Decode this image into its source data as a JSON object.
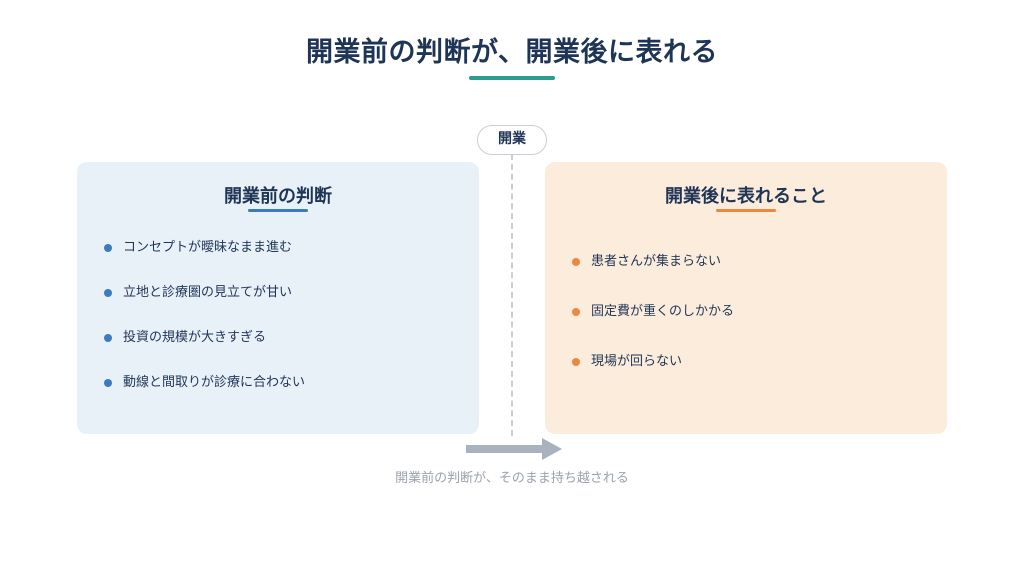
{
  "title": "開業前の判断が、開業後に表れる",
  "divider_label": "開業",
  "left_panel": {
    "title": "開業前の判断",
    "items": [
      "コンセプトが曖昧なまま進む",
      "立地と診療圏の見立てが甘い",
      "投資の規模が大きすぎる",
      "動線と間取りが診療に合わない"
    ]
  },
  "right_panel": {
    "title": "開業後に表れること",
    "items": [
      "患者さんが集まらない",
      "固定費が重くのしかかる",
      "現場が回らない"
    ]
  },
  "caption": "開業前の判断が、そのまま持ち越される",
  "colors": {
    "title_accent": "#2a9d8f",
    "left_accent": "#3d7bbf",
    "right_accent": "#e8893d",
    "left_bg": "#e8f0f8",
    "right_bg": "#fcecdc",
    "arrow": "#a9b2bf"
  }
}
